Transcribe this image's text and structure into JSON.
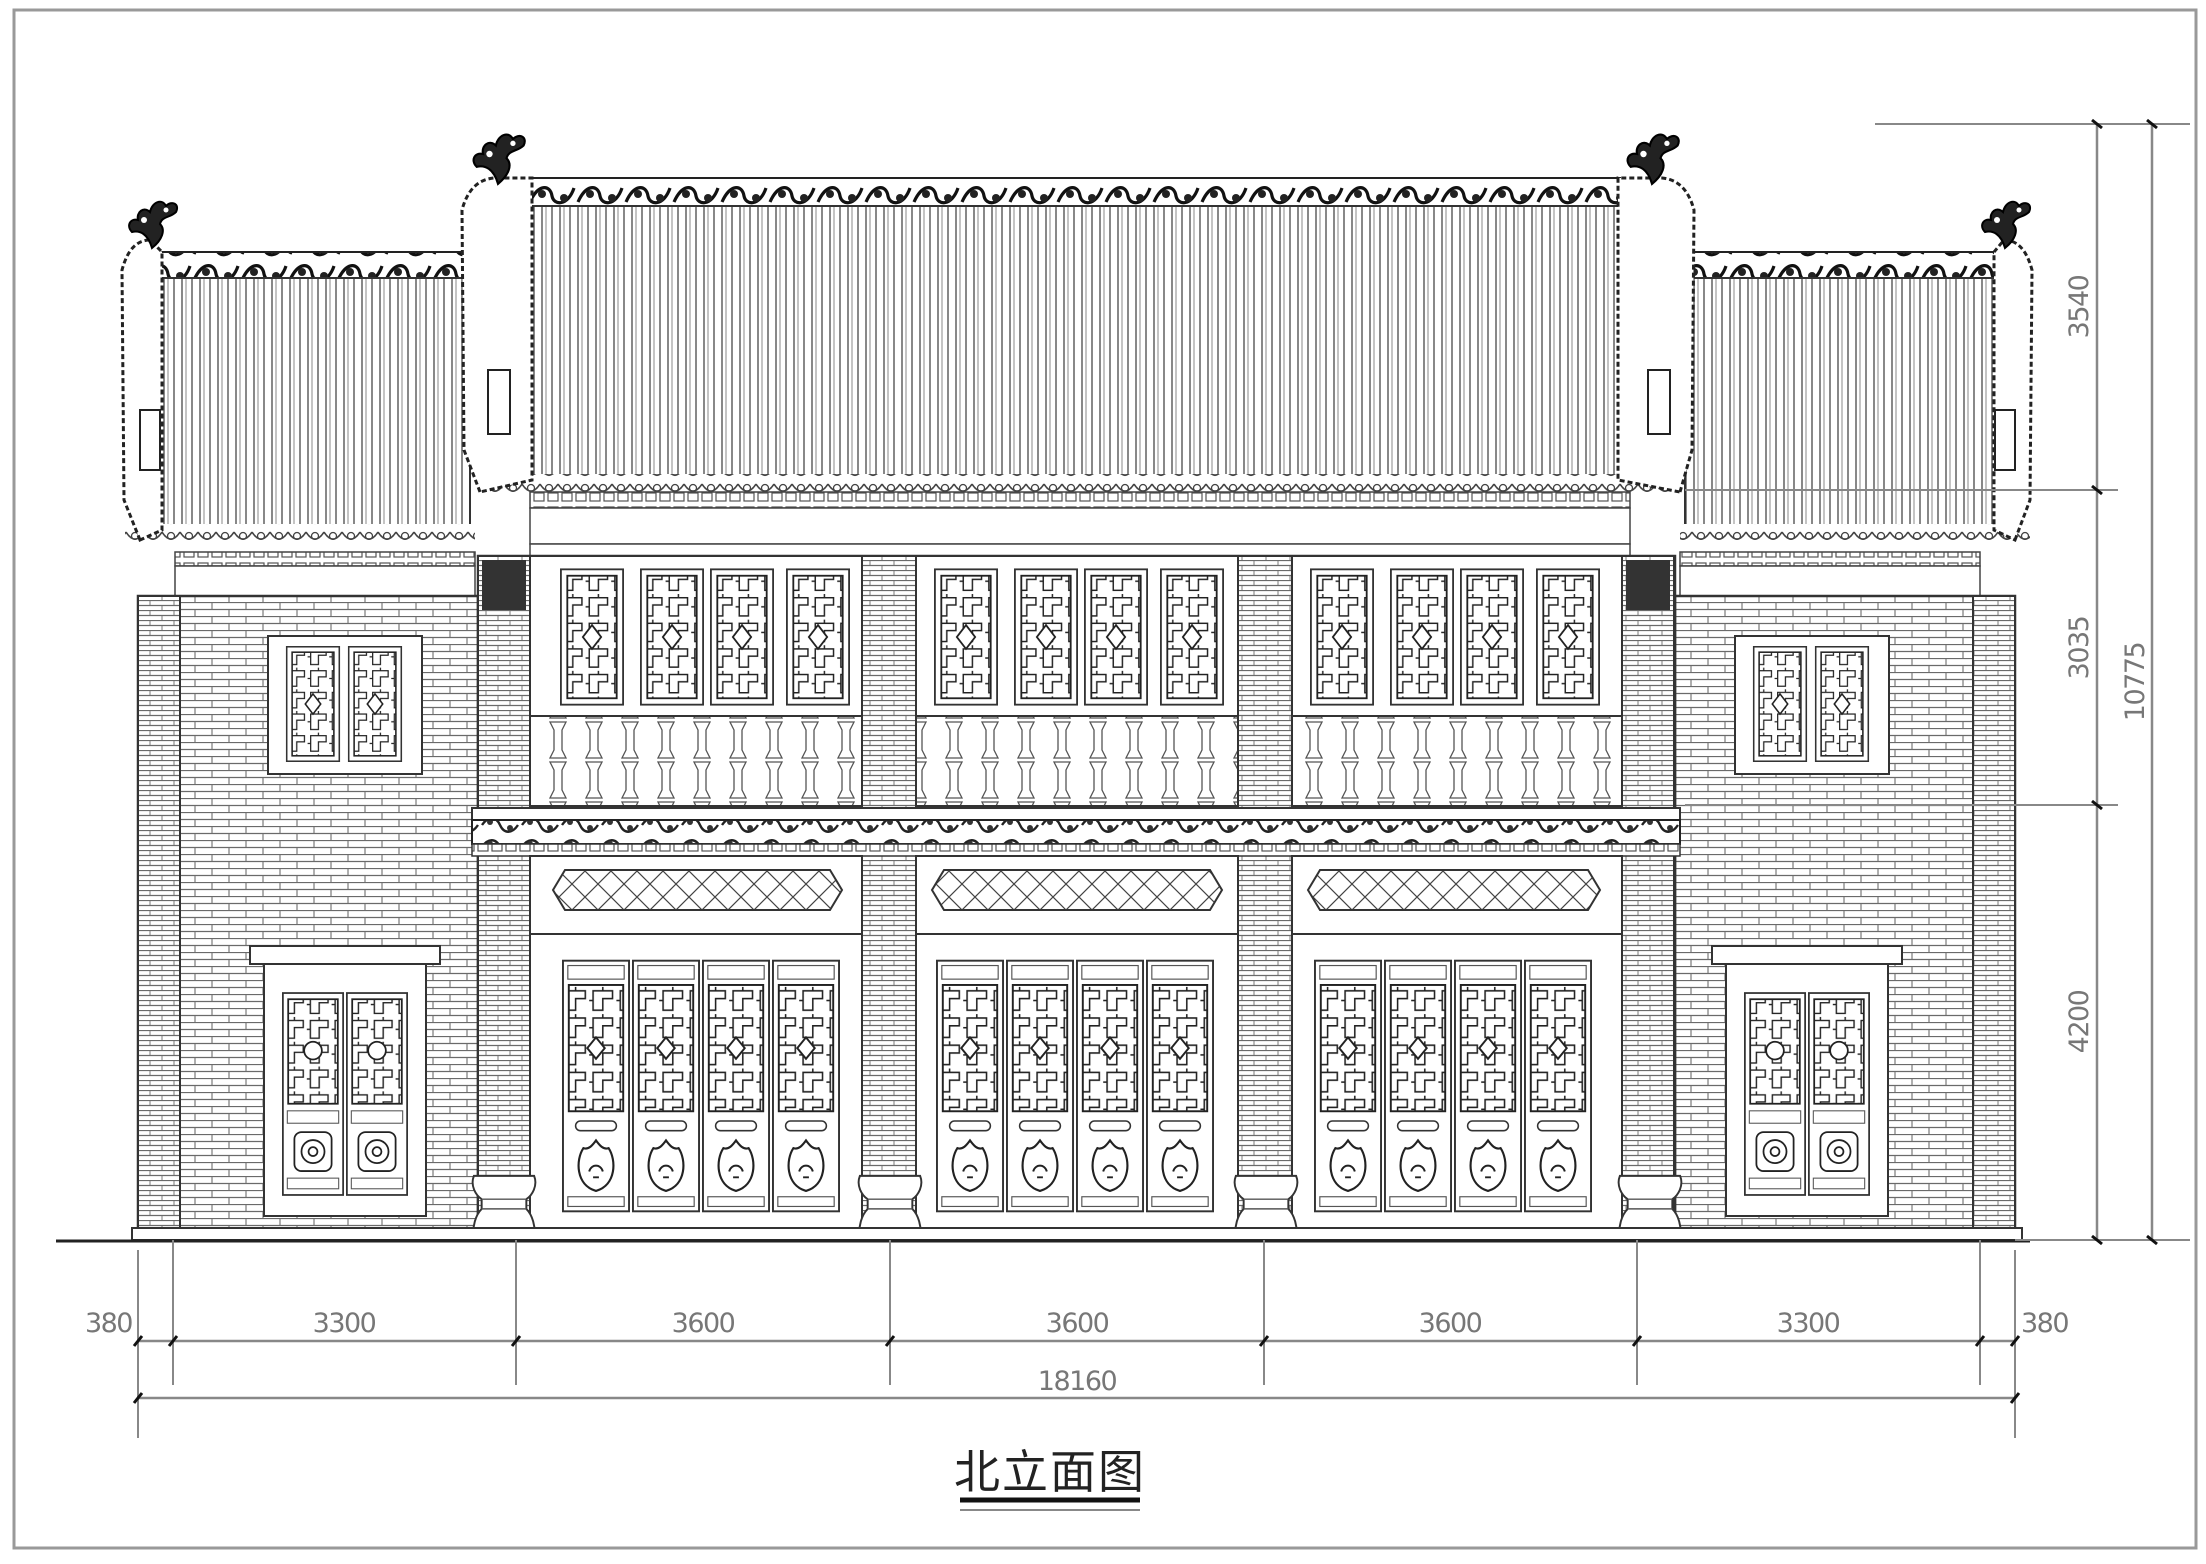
{
  "drawing": {
    "title": "北立面图",
    "view": "North Elevation",
    "units": "mm",
    "colors": {
      "line": "#3a3a3a",
      "dim": "#888888",
      "frame": "#999999",
      "fill": "#ffffff"
    }
  },
  "horizontal_dimensions": {
    "segments": [
      {
        "label": "380",
        "from": 138,
        "to": 173
      },
      {
        "label": "3300",
        "from": 173,
        "to": 516
      },
      {
        "label": "3600",
        "from": 516,
        "to": 890
      },
      {
        "label": "3600",
        "from": 890,
        "to": 1264
      },
      {
        "label": "3600",
        "from": 1264,
        "to": 1637
      },
      {
        "label": "3300",
        "from": 1637,
        "to": 1980
      },
      {
        "label": "380",
        "from": 1980,
        "to": 2015
      }
    ],
    "total": {
      "label": "18160",
      "from": 138,
      "to": 2015
    }
  },
  "vertical_dimensions": {
    "segments": [
      {
        "label": "3540",
        "from": 124,
        "to": 490
      },
      {
        "label": "3035",
        "from": 490,
        "to": 805
      },
      {
        "label": "4200",
        "from": 805,
        "to": 1240
      }
    ],
    "total": {
      "label": "10775",
      "from": 124,
      "to": 1240
    }
  },
  "building": {
    "bays": [
      {
        "name": "left-wing",
        "type": "wing",
        "upper": "double-lattice-window",
        "lower": "double-lattice-door"
      },
      {
        "name": "center-left",
        "type": "main",
        "upper": "four-panel-lattice-window",
        "lower": "four-panel-lattice-door"
      },
      {
        "name": "center",
        "type": "main",
        "upper": "four-panel-lattice-window",
        "lower": "four-panel-lattice-door"
      },
      {
        "name": "center-right",
        "type": "main",
        "upper": "four-panel-lattice-window",
        "lower": "four-panel-lattice-door"
      },
      {
        "name": "right-wing",
        "type": "wing",
        "upper": "double-lattice-window",
        "lower": "double-lattice-door"
      }
    ],
    "roof": {
      "style": "tiled-gable-with-dragon-finials",
      "finials": 4
    }
  }
}
